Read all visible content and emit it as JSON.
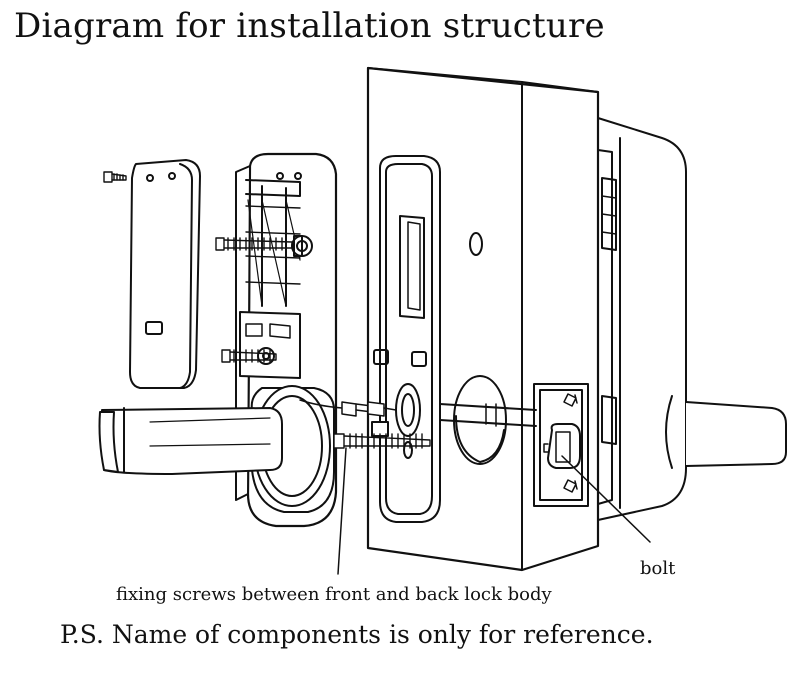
{
  "title": "Diagram for installation structure",
  "labels": {
    "bolt": "bolt",
    "fixing_screws": "fixing screws between front and back lock body"
  },
  "footnote": "P.S. Name of components is only for reference."
}
